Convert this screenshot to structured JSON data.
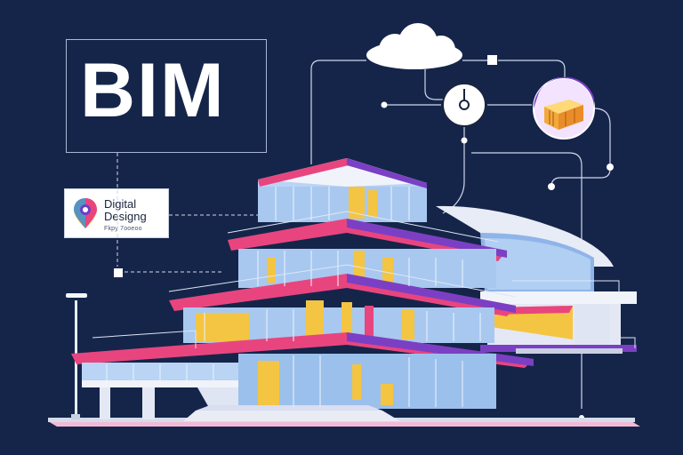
{
  "headline": "BIM",
  "logo": {
    "line1": "Digital",
    "line2": "Designg",
    "tagline": "Fkpy 7ooeoo"
  },
  "colors": {
    "background": "#15254a",
    "accent_pink": "#e8457f",
    "accent_purple": "#7b3fc4",
    "glass": "#a8c8f0",
    "window_yellow": "#f4c542"
  }
}
